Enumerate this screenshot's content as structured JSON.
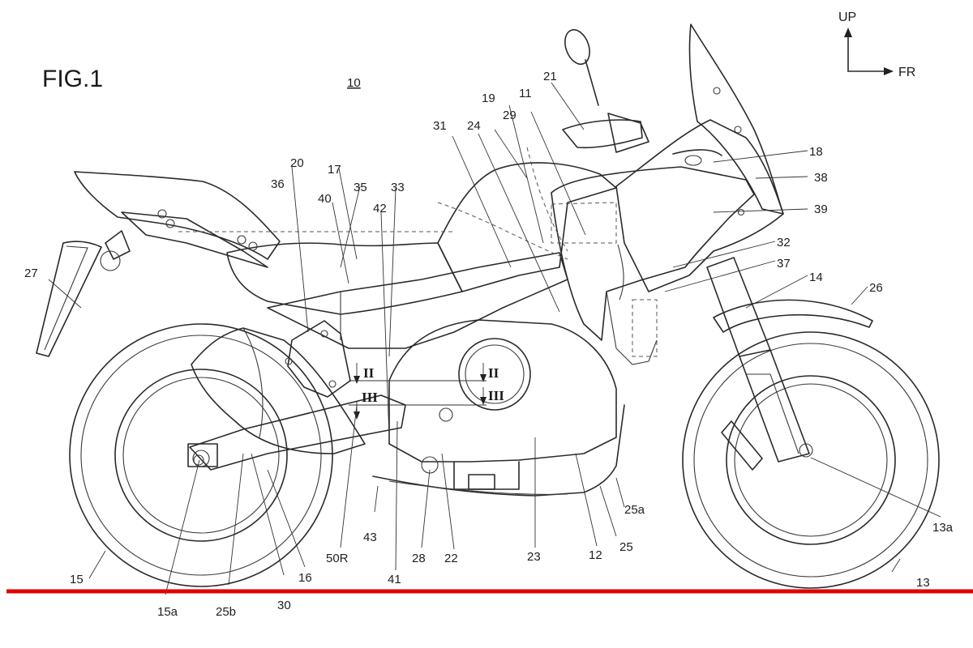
{
  "figure": {
    "title": "FIG.1",
    "reference": "10"
  },
  "directions": {
    "up": "UP",
    "front": "FR"
  },
  "section_marks": [
    "II",
    "III"
  ],
  "callouts": {
    "c11": "11",
    "c12": "12",
    "c13": "13",
    "c13a": "13a",
    "c14": "14",
    "c15": "15",
    "c15a": "15a",
    "c16": "16",
    "c17": "17",
    "c18": "18",
    "c19": "19",
    "c20": "20",
    "c21": "21",
    "c22": "22",
    "c23": "23",
    "c24": "24",
    "c25": "25",
    "c25a": "25a",
    "c25b": "25b",
    "c26": "26",
    "c27": "27",
    "c28": "28",
    "c29": "29",
    "c30": "30",
    "c31": "31",
    "c32": "32",
    "c33": "33",
    "c35": "35",
    "c36": "36",
    "c37": "37",
    "c38": "38",
    "c39": "39",
    "c40": "40",
    "c41": "41",
    "c42": "42",
    "c43": "43",
    "c50R": "50R"
  },
  "colors": {
    "line": "#2a2a2a",
    "ground_line": "#e00000",
    "background": "#ffffff"
  }
}
